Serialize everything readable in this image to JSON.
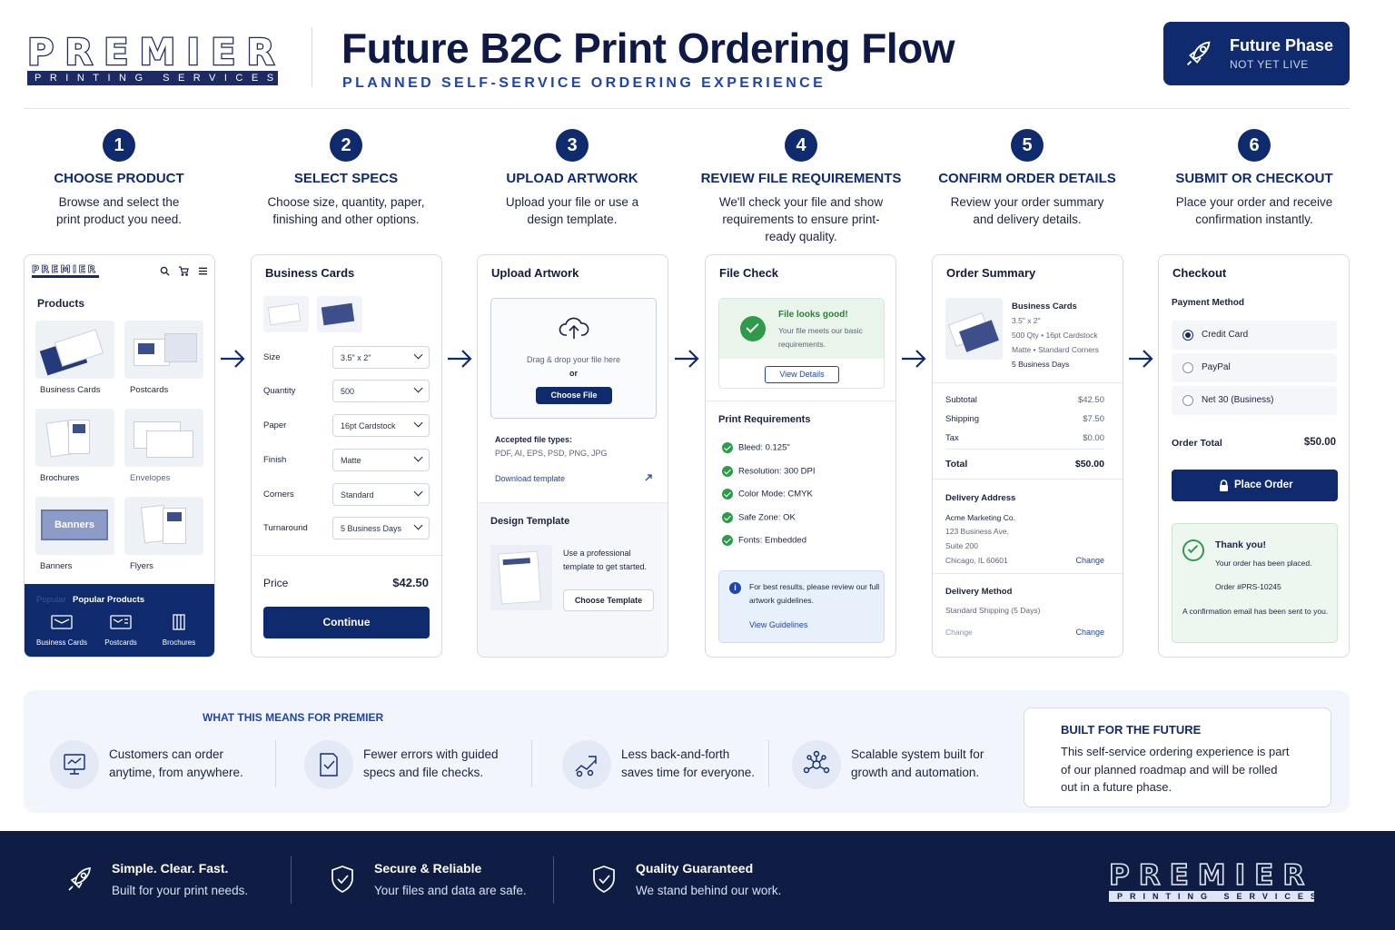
{
  "logo": {
    "word": "PREMIER",
    "tagline": "PRINTING SERVICES"
  },
  "header": {
    "title": "Future B2C Print Ordering Flow",
    "subtitle": "PLANNED SELF-SERVICE ORDERING EXPERIENCE",
    "badge_title": "Future Phase",
    "badge_sub": "NOT YET LIVE"
  },
  "steps": [
    {
      "num": "1",
      "title": "CHOOSE PRODUCT",
      "desc": "Browse and select the print product you need."
    },
    {
      "num": "2",
      "title": "SELECT SPECS",
      "desc": "Choose size, quantity, paper, finishing and other options."
    },
    {
      "num": "3",
      "title": "UPLOAD ARTWORK",
      "desc": "Upload your file or use a design template."
    },
    {
      "num": "4",
      "title": "REVIEW FILE REQUIREMENTS",
      "desc": "We'll check your file and show requirements to ensure print-ready quality."
    },
    {
      "num": "5",
      "title": "CONFIRM ORDER DETAILS",
      "desc": "Review your order summary and delivery details."
    },
    {
      "num": "6",
      "title": "SUBMIT OR CHECKOUT",
      "desc": "Place your order and receive confirmation instantly."
    }
  ],
  "products_card": {
    "heading": "Products",
    "items": [
      "Business Cards",
      "Postcards",
      "Brochures",
      "Envelopes",
      "Banners",
      "Flyers"
    ],
    "popular_prefix": "Popular",
    "popular_title": "Popular Products",
    "popular_items": [
      "Business Cards",
      "Postcards",
      "Brochures"
    ],
    "banner_text": "Banners"
  },
  "specs_card": {
    "heading": "Business Cards",
    "fields": [
      {
        "label": "Size",
        "value": "3.5\" x 2\""
      },
      {
        "label": "Quantity",
        "value": "500"
      },
      {
        "label": "Paper",
        "value": "16pt Cardstock"
      },
      {
        "label": "Finish",
        "value": "Matte"
      },
      {
        "label": "Corners",
        "value": "Standard"
      },
      {
        "label": "Turnaround",
        "value": "5 Business Days"
      }
    ],
    "price_label": "Price",
    "price": "$42.50",
    "continue": "Continue"
  },
  "upload_card": {
    "heading": "Upload Artwork",
    "drop_text": "Drag & drop your file here",
    "or": "or",
    "choose_file": "Choose File",
    "accepted_label": "Accepted file types:",
    "accepted_types": "PDF, AI, EPS, PSD, PNG, JPG",
    "download": "Download template",
    "design_heading": "Design Template",
    "design_text": "Use a professional template to get started.",
    "choose_template": "Choose Template"
  },
  "filecheck_card": {
    "heading": "File Check",
    "good_title": "File looks good!",
    "good_text": "Your file meets our basic requirements.",
    "view_details": "View Details",
    "req_heading": "Print Requirements",
    "requirements": [
      "Bleed: 0.125\"",
      "Resolution: 300 DPI",
      "Color Mode: CMYK",
      "Safe Zone: OK",
      "Fonts: Embedded"
    ],
    "info_text": "For best results, please review our full artwork guidelines.",
    "view_guidelines": "View Guidelines"
  },
  "summary_card": {
    "heading": "Order Summary",
    "product": "Business Cards",
    "lines": [
      "3.5\" x 2\"",
      "500 Qty • 16pt Cardstock",
      "Matte • Standard Corners"
    ],
    "days": "5 Business Days",
    "rows": [
      {
        "label": "Subtotal",
        "value": "$42.50"
      },
      {
        "label": "Shipping",
        "value": "$7.50"
      },
      {
        "label": "Tax",
        "value": "$0.00"
      }
    ],
    "total_label": "Total",
    "total": "$50.00",
    "addr_heading": "Delivery Address",
    "addr": [
      "Acme Marketing Co.",
      "123 Business Ave.",
      "Suite 200",
      "Chicago, IL 60601"
    ],
    "change": "Change",
    "method_heading": "Delivery Method",
    "method": "Standard Shipping (5 Days)"
  },
  "checkout_card": {
    "heading": "Checkout",
    "pm_heading": "Payment Method",
    "options": [
      "Credit Card",
      "PayPal",
      "Net 30 (Business)"
    ],
    "total_label": "Order Total",
    "total": "$50.00",
    "place_order": "Place Order",
    "thanks": "Thank you!",
    "placed": "Your order has been placed.",
    "order_no": "Order #PRS-10245",
    "email": "A confirmation email has been sent to you."
  },
  "benefits": {
    "title": "WHAT THIS MEANS FOR PREMIER",
    "items": [
      {
        "icon": "devices-icon",
        "text1": "Customers can order",
        "text2": "anytime, from anywhere."
      },
      {
        "icon": "checklist-icon",
        "text1": "Fewer errors with guided",
        "text2": "specs and file checks."
      },
      {
        "icon": "handshake-icon",
        "text1": "Less back-and-forth",
        "text2": "saves time for everyone."
      },
      {
        "icon": "network-icon",
        "text1": "Scalable system built for",
        "text2": "growth and automation."
      }
    ],
    "future_title": "BUILT FOR THE FUTURE",
    "future_text": "This self-service ordering experience is part of our planned roadmap and will be rolled out in a future phase."
  },
  "footer": {
    "items": [
      {
        "icon": "rocket-icon",
        "title": "Simple. Clear. Fast.",
        "desc": "Built for your print needs."
      },
      {
        "icon": "shield-icon",
        "title": "Secure & Reliable",
        "desc": "Your files and data are safe."
      },
      {
        "icon": "quality-shield-icon",
        "title": "Quality Guaranteed",
        "desc": "We stand behind our work."
      }
    ]
  },
  "colors": {
    "navy": "#0f2b6e",
    "accent_blue": "#1f45a8",
    "success": "#2e9a4a"
  }
}
